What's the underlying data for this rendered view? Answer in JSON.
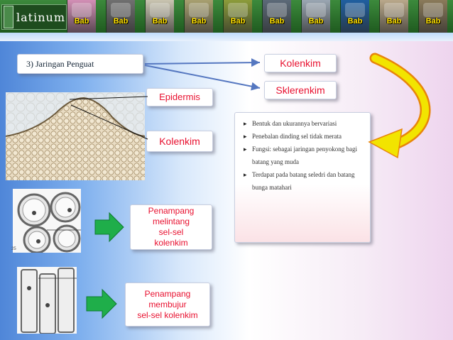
{
  "header": {
    "logo_text": "latinum",
    "nav_items": [
      {
        "label": "Bab",
        "icon": "cell-photo-thumb",
        "color": "#d28fb5"
      },
      {
        "label": "Bab",
        "icon": "micrograph-thumb",
        "color": "#707070"
      },
      {
        "label": "Bab",
        "icon": "cell-diagram-thumb",
        "color": "#c9c4b0"
      },
      {
        "label": "Bab",
        "icon": "skeleton-thumb",
        "color": "#a8a070"
      },
      {
        "label": "Bab",
        "icon": "food-thumb",
        "color": "#8c9c3a"
      },
      {
        "label": "Bab",
        "icon": "xray-thumb",
        "color": "#5c6a78"
      },
      {
        "label": "Bab",
        "icon": "lab-thumb",
        "color": "#9aa6b2"
      },
      {
        "label": "Bab",
        "icon": "globe-thumb",
        "color": "#1f5fa0"
      },
      {
        "label": "Bab",
        "icon": "animal-thumb",
        "color": "#b9a88a"
      },
      {
        "label": "Bab",
        "icon": "people-thumb",
        "color": "#8a7a5a"
      }
    ]
  },
  "slide": {
    "title": "3) Jaringan Penguat",
    "kolenkim_top": "Kolenkim",
    "sklerenkim": "Sklerenkim",
    "epidermis": "Epidermis",
    "kolenkim_mid": "Kolenkim",
    "info_bullets": [
      "Bentuk dan ukurannya bervariasi",
      "Penebalan dinding sel tidak merata",
      "Fungsi: sebagai jaringan penyokong bagi batang yang muda",
      "Terdapat pada batang seledri dan batang bunga matahari"
    ],
    "penampang_melintang": "Penampang\nmelintang\nsel-sel\nkolenkim",
    "penampang_membujur": "Penampang\nmembujur\nsel-sel kolenkim",
    "micrograph_label": "25"
  },
  "colors": {
    "accent_red": "#e8102f",
    "arrow_blue": "#5577c0",
    "arrow_yellow": "#f2e400",
    "arrow_orange": "#e8850a",
    "arrow_green": "#1fae4a"
  }
}
